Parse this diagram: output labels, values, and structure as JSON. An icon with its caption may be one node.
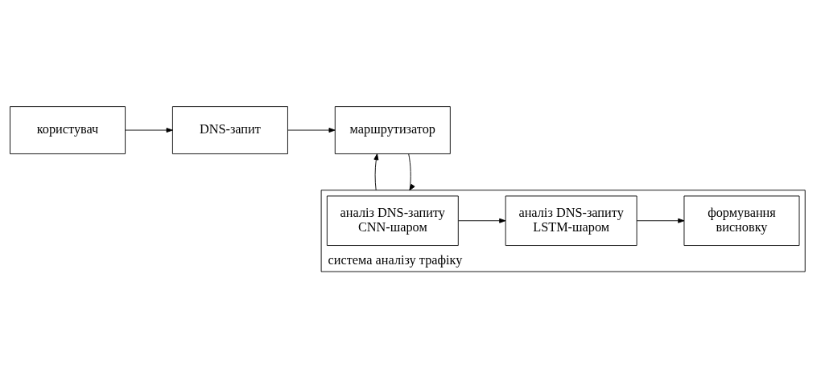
{
  "diagram": {
    "nodes": [
      {
        "text": [
          "користувач"
        ]
      },
      {
        "text": [
          "DNS-запит"
        ]
      },
      {
        "text": [
          "маршрутизатор"
        ]
      },
      {
        "text": [
          "система аналізу трафіку"
        ]
      },
      {
        "text": [
          "аналіз DNS-запиту CNN-шаром"
        ],
        "in": 3
      },
      {
        "text": [
          "аналіз DNS-запиту LSTM-шаром"
        ],
        "in": 3
      },
      {
        "text": [
          "формування висновку"
        ],
        "in": 3
      }
    ],
    "edges": [
      {
        "from": 0,
        "to": 1,
        "arrow": "to"
      },
      {
        "from": 1,
        "to": 2,
        "arrow": "to"
      },
      {
        "from": 2,
        "to": 3,
        "arrow": "to"
      },
      {
        "from": 3,
        "to": 2,
        "arrow": "to"
      },
      {
        "from": 4,
        "to": 5,
        "arrow": "to"
      },
      {
        "from": 5,
        "to": 6,
        "arrow": "to"
      }
    ]
  }
}
